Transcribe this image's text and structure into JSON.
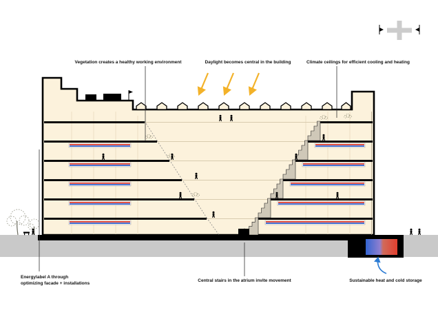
{
  "diagram": {
    "type": "architectural-cross-section",
    "annotations_top": {
      "vegetation": "Vegetation creates a healthy working environment",
      "daylight": "Daylight becomes central in the building",
      "climate_ceilings": "Climate ceilings for efficient cooling and heating"
    },
    "annotations_bottom": {
      "energylabel_line1": "Energylabel A through",
      "energylabel_line2": "optimizing facade + installations",
      "central_stairs": "Central stairs in the atrium invite movement",
      "storage": "Sustainable heat and cold storage"
    }
  },
  "colors": {
    "background": "#ffffff",
    "building_fill": "#fcf2dc",
    "ground": "#c9c9c9",
    "outline": "#000000",
    "slab": "#0a0a0a",
    "faint_line": "#d8cbae",
    "column_line": "#ecdfc3",
    "stair_fill": "#cfc8b8",
    "daylight_arrow": "#f3b229",
    "storage_warm": "#e2402f",
    "storage_cold": "#3465d1",
    "arrow_blue": "#2b7bd4",
    "leader": "#333333",
    "tree": "#8e8e7e",
    "label_text": "#111111",
    "key_icon_gray": "#cccccc"
  }
}
